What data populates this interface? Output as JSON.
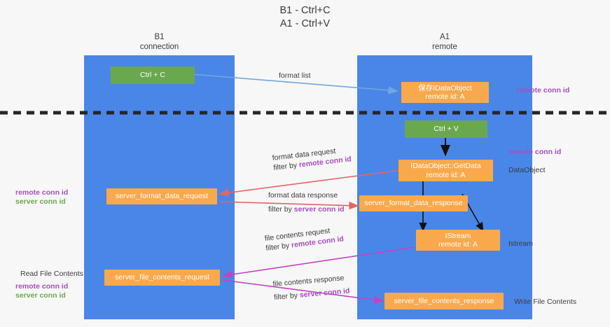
{
  "title": {
    "line1": "B1 - Ctrl+C",
    "line2": "A1 - Ctrl+V"
  },
  "columns": [
    {
      "id": "b1",
      "name": "B1",
      "role": "connection"
    },
    {
      "id": "a1",
      "name": "A1",
      "role": "remote"
    }
  ],
  "nodes": [
    {
      "id": "ctrl-c",
      "label": "Ctrl + C",
      "sub": "",
      "color": "green"
    },
    {
      "id": "save-idataobject",
      "label": "保存IDataObject",
      "sub": "remote id: A",
      "color": "orange"
    },
    {
      "id": "ctrl-v",
      "label": "Ctrl + V",
      "sub": "",
      "color": "green"
    },
    {
      "id": "idataobject-getdata",
      "label": "IDataObject::GetData",
      "sub": "remote id: A",
      "color": "orange"
    },
    {
      "id": "server-format-data-request",
      "label": "server_format_data_request",
      "sub": "",
      "color": "orange"
    },
    {
      "id": "server-format-data-response",
      "label": "server_format_data_response",
      "sub": "",
      "color": "orange"
    },
    {
      "id": "istream",
      "label": "IStream",
      "sub": "remote id: A",
      "color": "orange"
    },
    {
      "id": "server-file-contents-request",
      "label": "server_file_contents_request",
      "sub": "",
      "color": "orange"
    },
    {
      "id": "server-file-contents-response",
      "label": "server_file_contents_response",
      "sub": "",
      "color": "orange"
    }
  ],
  "edges": [
    {
      "id": "format-list",
      "line1": "format list",
      "line2_prefix": "",
      "line2_key": ""
    },
    {
      "id": "format-data-request",
      "line1": "format data request",
      "line2_prefix": "filter by ",
      "line2_key": "remote conn id"
    },
    {
      "id": "format-data-response",
      "line1": "format data response",
      "line2_prefix": "filter by ",
      "line2_key": "server conn id"
    },
    {
      "id": "file-contents-request",
      "line1": "file contents request",
      "line2_prefix": "filter by ",
      "line2_key": "remote conn id"
    },
    {
      "id": "file-contents-response",
      "line1": "file contents response",
      "line2_prefix": "filter by ",
      "line2_key": "server conn id"
    }
  ],
  "left_annotations": [
    {
      "id": "left-conn-ids-format",
      "remote": "remote conn id",
      "server": "server conn id",
      "caption": ""
    },
    {
      "id": "read-file-contents",
      "caption": "Read File Contents",
      "remote": "remote conn id",
      "server": "server conn id"
    }
  ],
  "right_annotations": [
    {
      "id": "right-remote-top",
      "text": "remote conn id",
      "style": "remote"
    },
    {
      "id": "right-remote-mid",
      "text": "remote conn id",
      "style": "remote"
    },
    {
      "id": "right-dataobject",
      "text": "DataObject",
      "style": "plain"
    },
    {
      "id": "right-istream",
      "text": "Istream",
      "style": "plain"
    },
    {
      "id": "right-write-file",
      "text": "Write File Contents",
      "style": "plain"
    }
  ],
  "colors": {
    "lane": "#4a86e8",
    "green": "#6aa84f",
    "orange": "#f9a94c",
    "remote_conn": "#a64dbf",
    "server_conn": "#6aa84f",
    "arrow_blue": "#6fa8dc",
    "arrow_red": "#e06666",
    "arrow_magenta": "#c343c3",
    "arrow_black": "#000000",
    "divider": "#262626",
    "background": "#f7f7f7"
  }
}
